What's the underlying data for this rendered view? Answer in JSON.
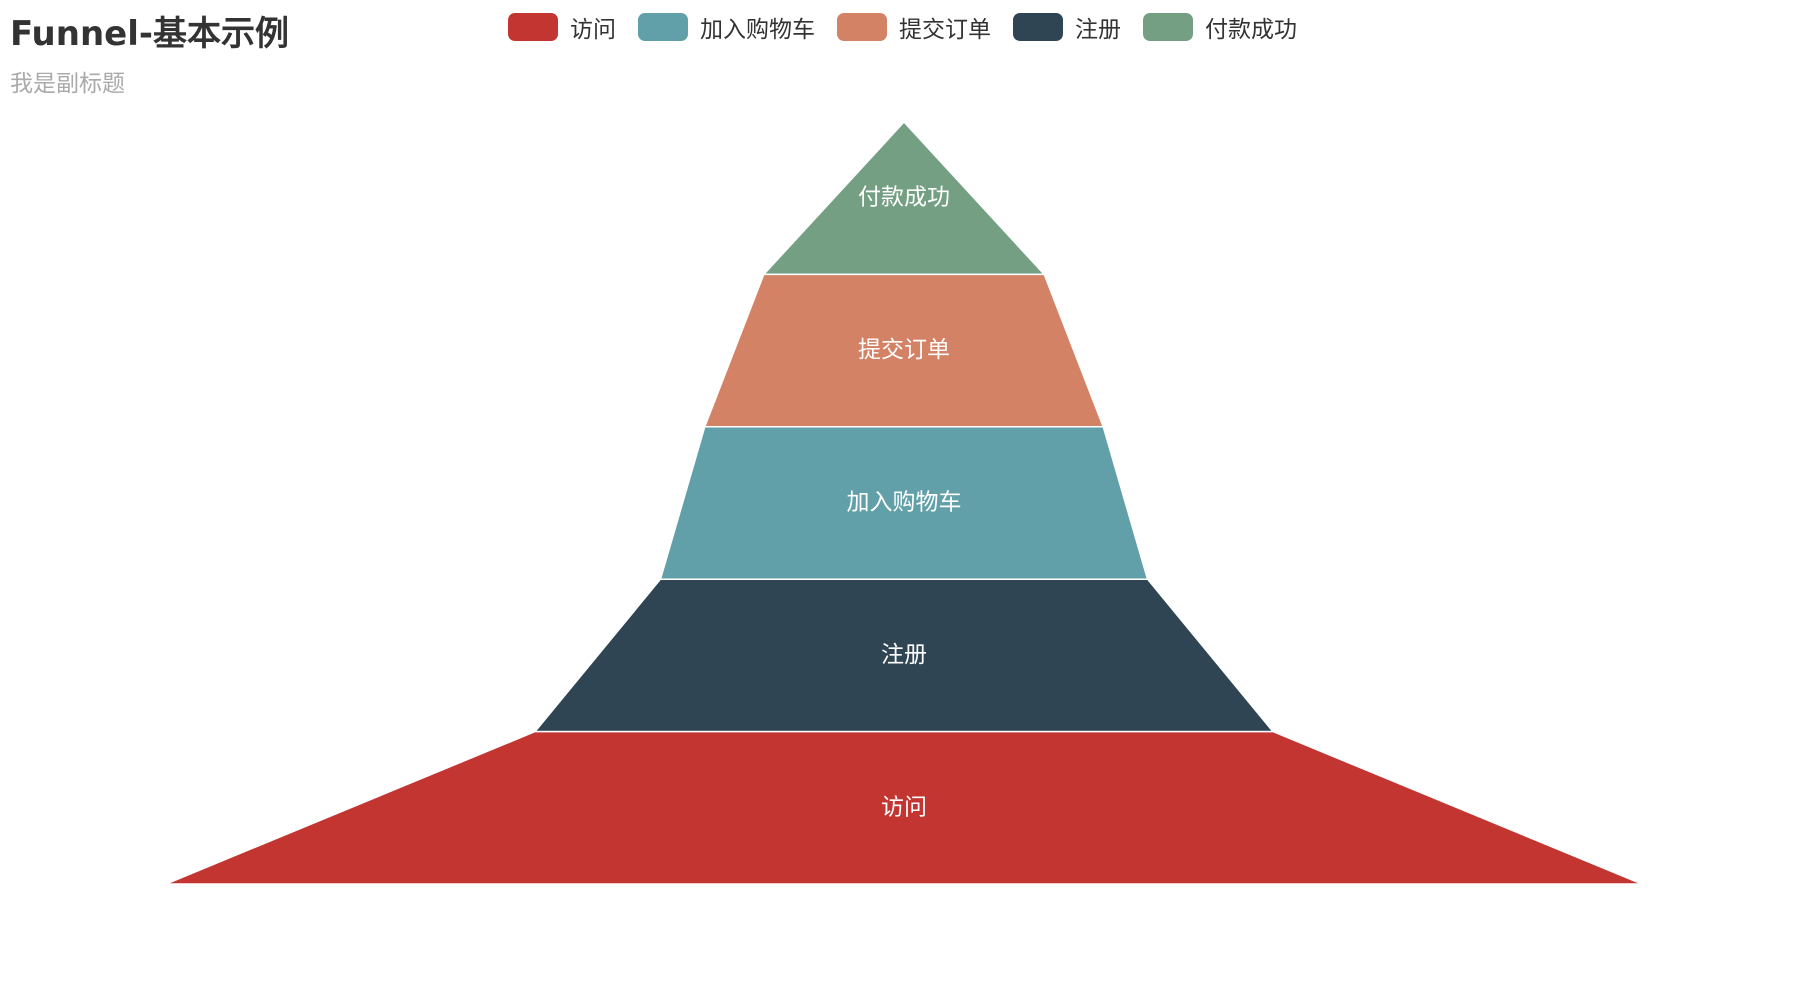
{
  "chart_data": {
    "type": "funnel",
    "title": "Funnel-基本示例",
    "subtitle": "我是副标题",
    "sort": "ascending",
    "min": 0,
    "max": 100,
    "legend_position": "top",
    "legend": [
      "访问",
      "加入购物车",
      "提交订单",
      "注册",
      "付款成功"
    ],
    "data": [
      {
        "name": "访问",
        "value": 100,
        "color": "#c23531"
      },
      {
        "name": "加入购物车",
        "value": 33,
        "color": "#61a0a8"
      },
      {
        "name": "提交订单",
        "value": 27,
        "color": "#d48265"
      },
      {
        "name": "注册",
        "value": 50,
        "color": "#2f4554"
      },
      {
        "name": "付款成功",
        "value": 19,
        "color": "#749f83"
      }
    ]
  }
}
